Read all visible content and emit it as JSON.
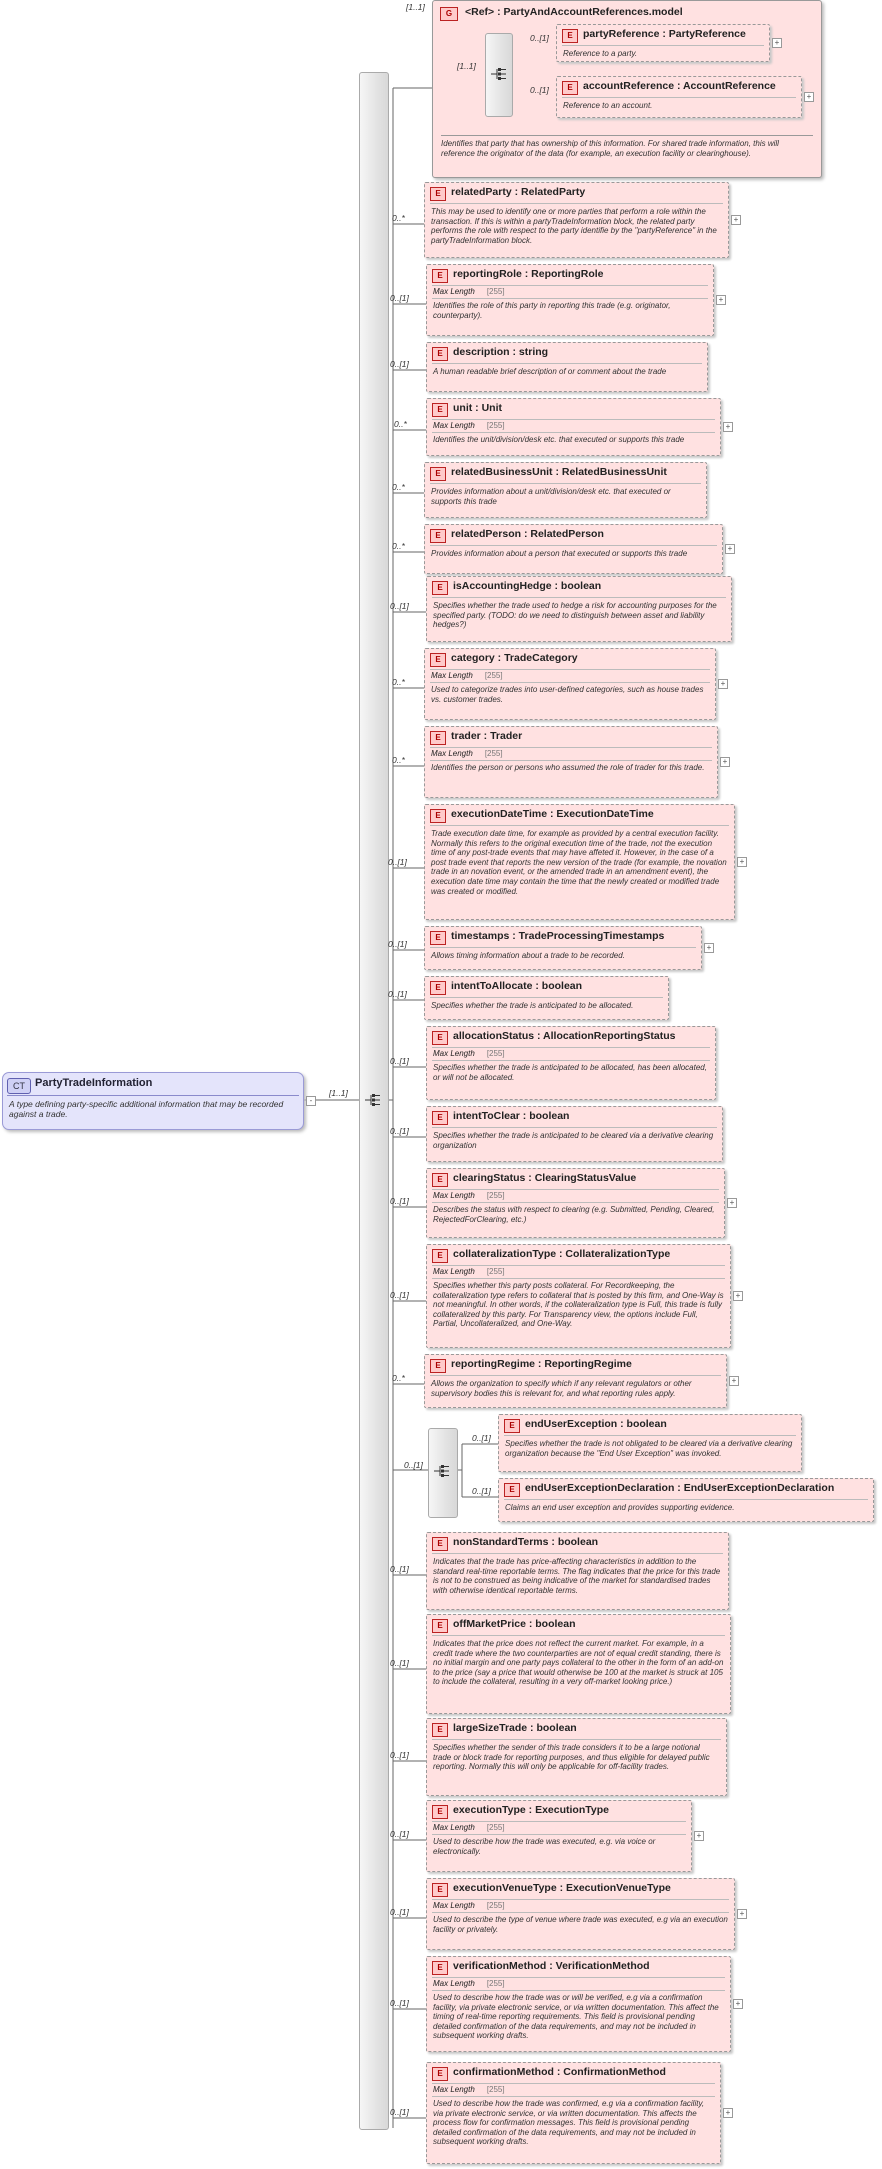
{
  "complex_type": {
    "badge": "CT",
    "name": "PartyTradeInformation",
    "doc": "A type defining party-specific additional information that may be recorded against a trade."
  },
  "main_sequence": {
    "occurrence": "[1..1]"
  },
  "group": {
    "badge": "G",
    "name": "<Ref>      : PartyAndAccountReferences.model",
    "occurrence": "[1..1]",
    "sequence_occurrence": "[1..1]",
    "doc": "Identifies that party that has ownership of this information. For shared trade information, this will reference the originator of the data (for example, an execution facility or clearinghouse).",
    "children": [
      {
        "name": "partyReference  : PartyReference",
        "occ": "0..[1]",
        "doc": "Reference to a party."
      },
      {
        "name": "accountReference  : AccountReference",
        "occ": "0..[1]",
        "doc": "Reference to an account."
      }
    ]
  },
  "facet": {
    "label": "Max Length",
    "value": "255"
  },
  "elements": [
    {
      "name": "relatedParty  : RelatedParty",
      "occ": "0..*",
      "doc": "This may be used to identify one or more parties that perform a role within the transaction. If this is within a partyTradeInformation block, the related party performs the role with respect to the party identifie by the \"partyReference\" in the partyTradeInformation block."
    },
    {
      "name": "reportingRole  : ReportingRole",
      "occ": "0..[1]",
      "doc": "Identifies the role of this party in reporting this trade (e.g. originator, counterparty)."
    },
    {
      "name": "description  : string",
      "occ": "0..[1]",
      "doc": "A human readable brief description of or comment about the trade"
    },
    {
      "name": "unit        : Unit",
      "occ": "0..*",
      "doc": "Identifies the unit/division/desk etc. that executed or supports this trade"
    },
    {
      "name": "relatedBusinessUnit  : RelatedBusinessUnit",
      "occ": "0..*",
      "doc": "Provides information about a unit/division/desk etc. that executed or supports this trade"
    },
    {
      "name": "relatedPerson  : RelatedPerson",
      "occ": "0..*",
      "doc": "Provides information about a person that executed or supports this trade"
    },
    {
      "name": "isAccountingHedge  : boolean",
      "occ": "0..[1]",
      "doc": "Specifies whether the trade used to hedge a risk for accounting purposes for the specified party. (TODO: do we need to distinguish between asset and liability hedges?)"
    },
    {
      "name": "category  : TradeCategory",
      "occ": "0..*",
      "doc": "Used to categorize trades into user-defined categories, such as house trades vs. customer trades."
    },
    {
      "name": "trader     : Trader",
      "occ": "0..*",
      "doc": "Identifies the person or persons who assumed the role of trader for this trade."
    },
    {
      "name": "executionDateTime  : ExecutionDateTime",
      "occ": "0..[1]",
      "doc": "Trade execution date time, for example as provided by a central execution facility. Normally this refers to the original execution time of the trade, not the execution time of any post-trade events that may have affeted it. However, in the case of a post trade event that reports the new version of the trade (for example, the novation trade in an novation event, or the amended trade in an amendment event), the execution date time may contain the time that the newly created or modified trade was created or modified."
    },
    {
      "name": "timestamps  : TradeProcessingTimestamps",
      "occ": "0..[1]",
      "doc": "Allows timing information about a trade to be recorded."
    },
    {
      "name": "intentToAllocate  : boolean",
      "occ": "0..[1]",
      "doc": "Specifies whether the trade is anticipated to be allocated."
    },
    {
      "name": "allocationStatus  : AllocationReportingStatus",
      "occ": "0..[1]",
      "doc": "Specifies whether the trade is anticipated to be allocated, has been allocated, or will not be allocated."
    },
    {
      "name": "intentToClear  : boolean",
      "occ": "0..[1]",
      "doc": "Specifies whether the trade is anticipated to be cleared via a derivative clearing organization"
    },
    {
      "name": "clearingStatus  : ClearingStatusValue",
      "occ": "0..[1]",
      "doc": "Describes the status with respect to clearing (e.g. Submitted, Pending, Cleared, RejectedForClearing, etc.)"
    },
    {
      "name": "collateralizationType  : CollateralizationType",
      "occ": "0..[1]",
      "doc": "Specifies whether this party posts collateral. For Recordkeeping, the collateralization type refers to collateral that is posted by this firm, and One-Way is not meaningful. In other words, if the collateralization type is Full, this trade is fully collateralized by this party. For Transparency view, the options include Full, Partial, Uncollateralized, and One-Way."
    },
    {
      "name": "reportingRegime  : ReportingRegime",
      "occ": "0..*",
      "doc": "Allows the organization to specify which if any relevant regulators or other supervisory bodies this is relevant for, and what reporting rules apply."
    },
    {
      "name": "nonStandardTerms  : boolean",
      "occ": "0..[1]",
      "doc": "Indicates that the trade has price-affecting characteristics in addition to the standard real-time reportable terms. The flag indicates that the price for this trade is not to be construed as being indicative of the market for standardised trades with otherwise identical reportable terms."
    },
    {
      "name": "offMarketPrice  : boolean",
      "occ": "0..[1]",
      "doc": "Indicates that the price does not reflect the current market. For example, in a credit trade where the two counterparties are not of equal credit standing, there is no initial margin and one party pays collateral to the other in the form of an add-on to the price (say a price that would otherwise be 100 at the market is struck at 105 to include the collateral, resulting in a very off-market looking price.)"
    },
    {
      "name": "largeSizeTrade  : boolean",
      "occ": "0..[1]",
      "doc": "Specifies whether the sender of this trade considers it to be a large notional trade or block trade for reporting purposes, and thus eligible for delayed public reporting. Normally this will only be applicable for off-facility trades."
    },
    {
      "name": "executionType  : ExecutionType",
      "occ": "0..[1]",
      "doc": "Used to describe how the trade was executed, e.g. via voice or electronically."
    },
    {
      "name": "executionVenueType  : ExecutionVenueType",
      "occ": "0..[1]",
      "doc": "Used to describe the type of venue where trade was executed, e.g via an execution facility or privately."
    },
    {
      "name": "verificationMethod  : VerificationMethod",
      "occ": "0..[1]",
      "doc": "Used to describe how the trade was or will be verified, e.g via a confirmation facility, via private electronic service, or via written documentation. This affect the timing of real-time reporting requirements. This field is provisional pending detailed confirmation of the data requirements, and may not be included in subsequent working drafts."
    },
    {
      "name": "confirmationMethod  : ConfirmationMethod",
      "occ": "0..[1]",
      "doc": "Used to describe how the trade was confirmed, e.g via a confirmation facility, via private electronic service, or via written documentation. This affects the process flow for confirmation messages. This field is provisional pending detailed confirmation of the data requirements, and may not be included in subsequent working drafts."
    }
  ],
  "end_user_choice": {
    "occurrence": "0..[1]",
    "children": [
      {
        "name": "endUserException  : boolean",
        "occ": "0..[1]",
        "doc": "Specifies whether the trade is not obligated to be cleared via a derivative clearing organization because the \"End User Exception\" was invoked."
      },
      {
        "name": "endUserExceptionDeclaration  : EndUserExceptionDeclaration",
        "occ": "0..[1]",
        "doc": "Claims an end user exception and provides supporting evidence."
      }
    ]
  }
}
